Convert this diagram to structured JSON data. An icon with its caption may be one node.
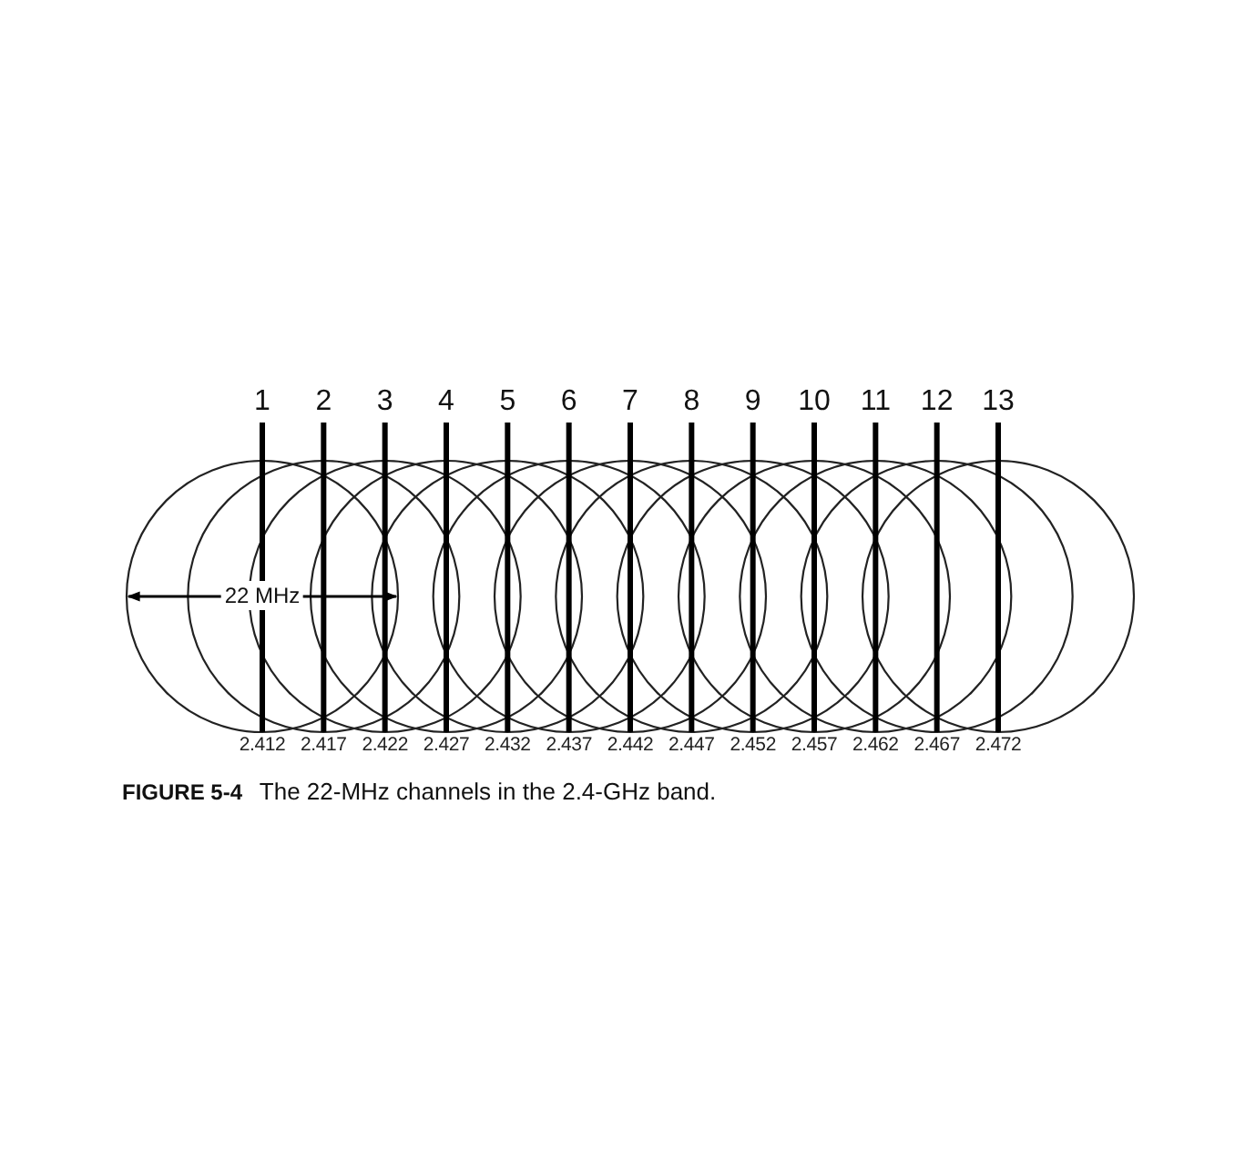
{
  "diagram": {
    "caption": "**FIGURE 5-4** The 22-MHz channels in the 2.4-GHz band.",
    "labels": [
      "1",
      "2",
      "3",
      "4",
      "5",
      "6",
      "7",
      "8",
      "9",
      "10",
      "11",
      "12",
      "13",
      "22 MHz",
      "2.412",
      "2.417",
      "2.422",
      "2.427",
      "2.432",
      "2.437",
      "2.442",
      "2.447",
      "2.452",
      "2.457",
      "2.462",
      "2.467",
      "2.472"
    ]
  }
}
